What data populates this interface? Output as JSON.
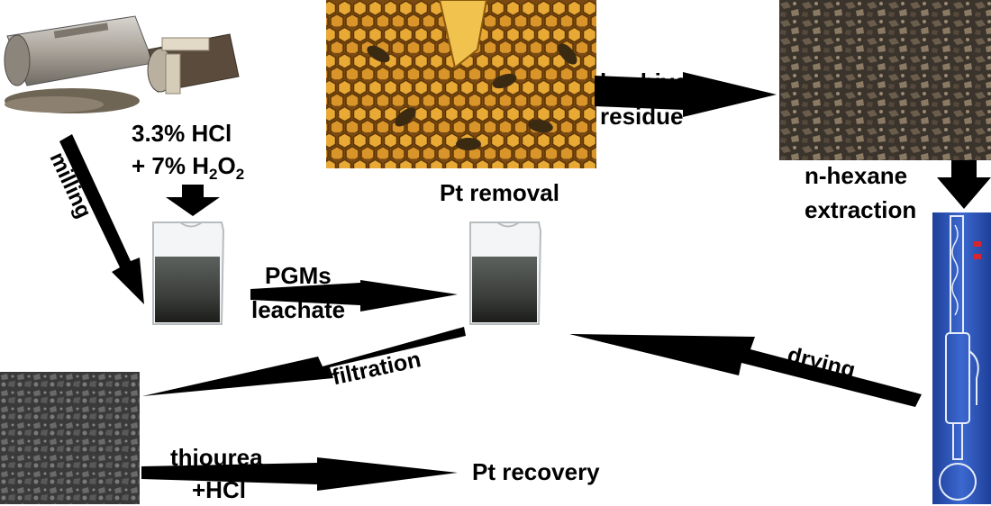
{
  "labels": {
    "milling": "milling",
    "hcl": "3.3% HCl",
    "h2o2_prefix": "+ 7% H",
    "h2o2_sub1": "2",
    "h2o2_mid": "O",
    "h2o2_sub2": "2",
    "pt_removal": "Pt removal",
    "beehive_line1": "beehive",
    "beehive_line2": "residue",
    "hexane_line1": "n-hexane",
    "hexane_line2": "extraction",
    "pgms_line1": "PGMs",
    "pgms_line2": "leachate",
    "filtration": "filtration",
    "drying": "drying",
    "thiourea_line1": "thiourea",
    "thiourea_line2": "+HCl",
    "pt_recovery": "Pt recovery"
  },
  "colors": {
    "arrow": "#000000",
    "honey": "#c98a1c",
    "residue": "#4a3f33",
    "soxhlet_blue": "#2b55b8",
    "leachate_dark": "#2e2e2a",
    "filter_grey": "#4d4d4d"
  },
  "icons": {
    "catalytic_converter": "catalytic-converter-photo",
    "honeycomb": "honeycomb-bees-photo",
    "beehive_residue": "beehive-residue-photo",
    "beaker": "beaker-photo",
    "soxhlet": "soxhlet-extractor-photo",
    "filter_residue": "filter-residue-photo"
  }
}
